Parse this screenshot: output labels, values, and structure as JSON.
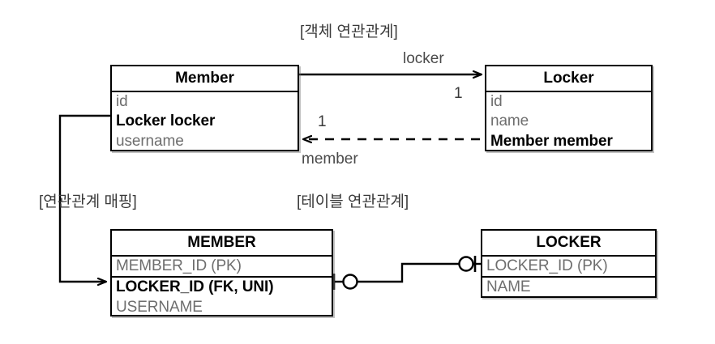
{
  "captions": {
    "object_assoc": "[객체 연관관계]",
    "mapping": "[연관관계 매핑]",
    "table_assoc": "[테이블 연관관계]"
  },
  "object_model": {
    "member": {
      "title": "Member",
      "fields": [
        {
          "text": "id",
          "bold": false
        },
        {
          "text": "Locker locker",
          "bold": true
        },
        {
          "text": "username",
          "bold": false
        }
      ]
    },
    "locker": {
      "title": "Locker",
      "fields": [
        {
          "text": "id",
          "bold": false
        },
        {
          "text": "name",
          "bold": false
        },
        {
          "text": "Member member",
          "bold": true
        }
      ]
    },
    "edges": {
      "forward_label": "locker",
      "forward_cardinality": "1",
      "back_label": "member",
      "back_cardinality": "1"
    }
  },
  "table_model": {
    "member_table": {
      "title": "MEMBER",
      "columns": [
        {
          "text": "MEMBER_ID (PK)",
          "bold": false
        },
        {
          "text": "LOCKER_ID (FK, UNI)",
          "bold": true
        },
        {
          "text": "USERNAME",
          "bold": false
        }
      ]
    },
    "locker_table": {
      "title": "LOCKER",
      "columns": [
        {
          "text": "LOCKER_ID (PK)",
          "bold": false
        },
        {
          "text": "NAME",
          "bold": false
        }
      ]
    }
  },
  "colors": {
    "stroke": "#000000",
    "muted_text": "#6e6e6e",
    "strong_text": "#000000",
    "background": "#ffffff"
  }
}
